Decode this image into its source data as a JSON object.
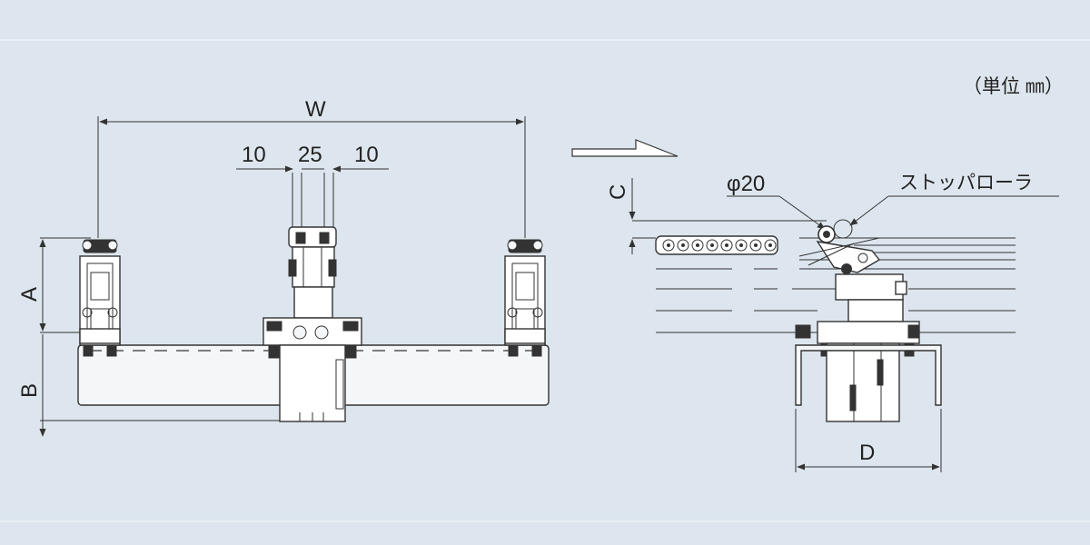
{
  "unit_note": "（単位 ㎜）",
  "dimensions": {
    "W": "W",
    "ten_left": "10",
    "twenty_five": "25",
    "ten_right": "10",
    "A": "A",
    "B": "B",
    "C": "C",
    "D": "D",
    "phi": "φ20"
  },
  "callouts": {
    "stopper_roller": "ストッパローラ"
  }
}
